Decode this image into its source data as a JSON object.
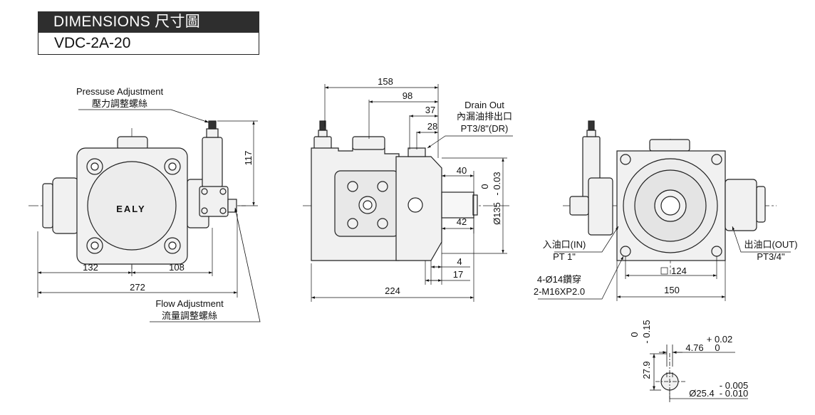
{
  "header": {
    "title": "DIMENSIONS 尺寸圖",
    "model": "VDC-2A-20"
  },
  "front_view": {
    "pressure_label_en": "Pressuse  Adjustment",
    "pressure_label_zh": "壓力調整螺絲",
    "flow_label_en": "Flow  Adjustment",
    "flow_label_zh": "流量調整螺絲",
    "logo": "EALY",
    "dim_117": "117",
    "dim_132": "132",
    "dim_108": "108",
    "dim_272": "272"
  },
  "side_view": {
    "dim_158": "158",
    "dim_98": "98",
    "dim_37": "37",
    "dim_28": "28",
    "dim_40": "40",
    "dim_42": "42",
    "dim_4": "4",
    "dim_17": "17",
    "dim_224": "224",
    "shaft_dia": "Ø135",
    "shaft_tol_upper": "0",
    "shaft_tol_lower": "- 0.03",
    "drain_en": "Drain  Out",
    "drain_zh": "內漏油排出口",
    "drain_port": "PT3/8\"(DR)"
  },
  "rear_view": {
    "inlet_zh": "入油口(IN)",
    "inlet_port": "PT  1\"",
    "outlet_zh": "出油口(OUT)",
    "outlet_port": "PT3/4\"",
    "bolt_holes": "4-Ø14鑽穿",
    "tap_holes": "2-M16XP2.0",
    "dim_124": "124",
    "dim_150": "150"
  },
  "key_detail": {
    "height": "27.9",
    "height_tol_upper": "0",
    "height_tol_lower": "- 0.15",
    "key_width": "4.76",
    "key_tol_upper": "+ 0.02",
    "key_tol_lower": "0",
    "shaft_dia": "Ø25.4",
    "shaft_tol_upper": "- 0.005",
    "shaft_tol_lower": "- 0.010"
  }
}
